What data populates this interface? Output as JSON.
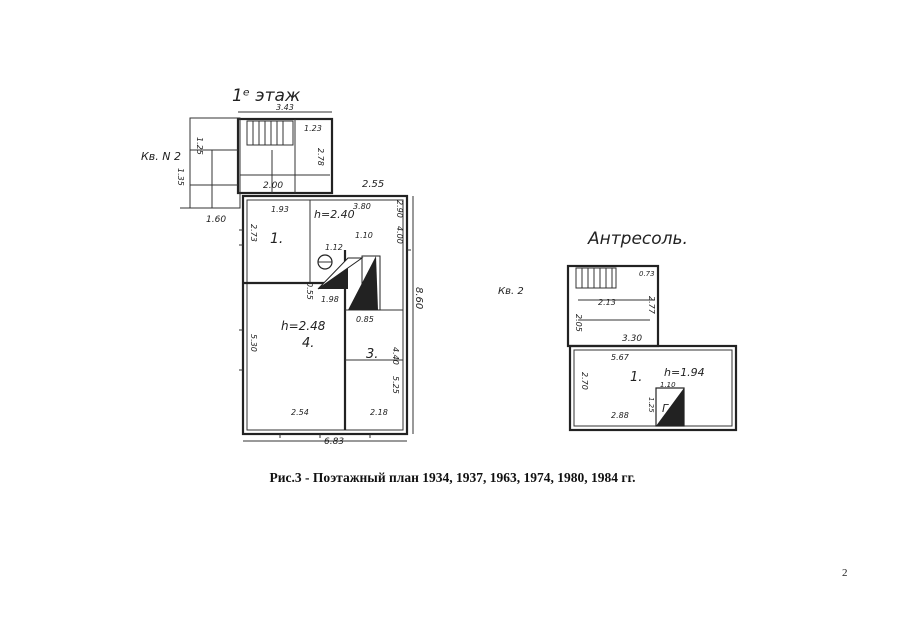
{
  "plan": {
    "floor_title": "1ᵉ этаж",
    "mezzanine_title": "Антресоль.",
    "apartment_label": "Кв. N 2",
    "mezzanine_side_label": "Кв. 2",
    "dims": {
      "top_width": "3.43",
      "d_1_25": "1.25",
      "d_1_23": "1.23",
      "d_1_35": "1.35",
      "d_2_78": "2.78",
      "d_2_00": "2.00",
      "d_1_60": "1.60",
      "d_2_55": "2.55",
      "d_1_93": "1.93",
      "d_3_80": "3.80",
      "d_2_73": "2.73",
      "d_2_90": "2.90",
      "d_4_00": "4.00",
      "d_1_12": "1.12",
      "d_1_10": "1.10",
      "d_1_98": "1.98",
      "d_0_85": "0.85",
      "d_0_55": "0.55",
      "d_8_60": "8.60",
      "d_5_30": "5.30",
      "d_4_40": "4.40",
      "d_5_25": "5.25",
      "d_2_54": "2.54",
      "d_2_18": "2.18",
      "d_6_83": "6.83"
    },
    "rooms": {
      "r1_num": "1.",
      "r1_h": "h=2.40",
      "r4_h": "h=2.48",
      "r4_num": "4.",
      "r3_num": "3.",
      "m1_num": "1.",
      "m1_h": "h=1.94"
    },
    "mezz_dims": {
      "d_0_73": "0.73",
      "d_2_13": "2.13",
      "d_2_77": "2.77",
      "d_2_05": "2.05",
      "d_3_30": "3.30",
      "d_5_67": "5.67",
      "d_2_70": "2.70",
      "d_1_10": "1.10",
      "d_1_25": "1.25",
      "d_2_88": "2.88",
      "stove_label": "Г"
    }
  },
  "caption": "Рис.3 - Поэтажный план 1934, 1937, 1963, 1974, 1980, 1984 гг.",
  "page_number": "2"
}
